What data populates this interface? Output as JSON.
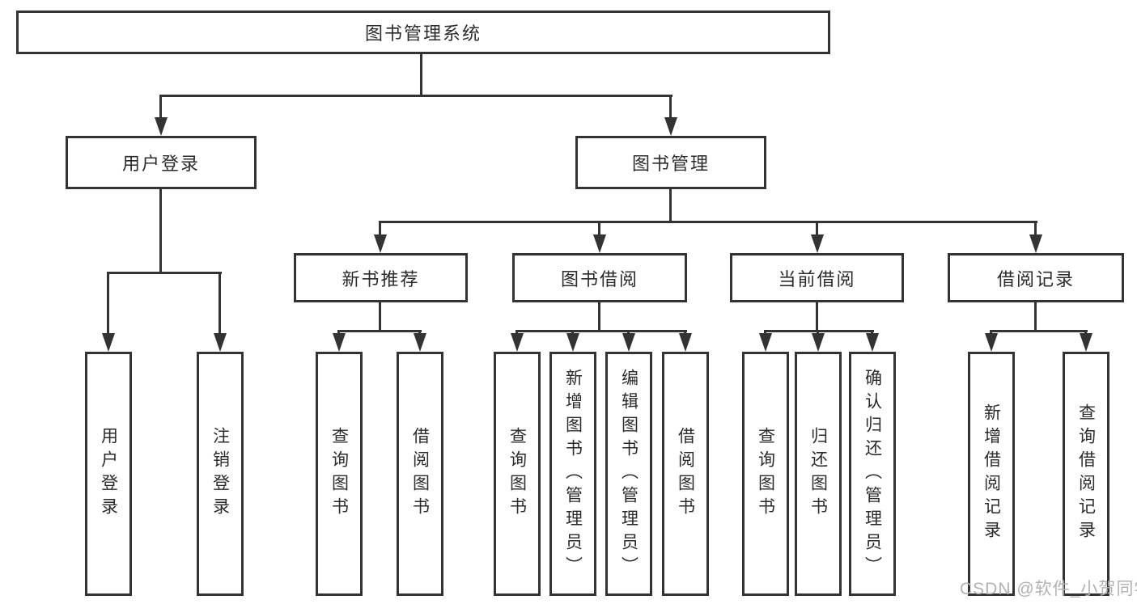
{
  "title": {
    "label": "图书管理系统"
  },
  "branches": {
    "user_login": {
      "label": "用户登录",
      "children": [
        {
          "label": "用户登录"
        },
        {
          "label": "注销登录"
        }
      ]
    },
    "book_mgmt": {
      "label": "图书管理",
      "modules": [
        {
          "label": "新书推荐",
          "children": [
            {
              "label": "查询图书"
            },
            {
              "label": "借阅图书"
            }
          ]
        },
        {
          "label": "图书借阅",
          "children": [
            {
              "label": "查询图书"
            },
            {
              "label": "新增图书（管理员）"
            },
            {
              "label": "编辑图书（管理员）"
            },
            {
              "label": "借阅图书"
            }
          ]
        },
        {
          "label": "当前借阅",
          "children": [
            {
              "label": "查询图书"
            },
            {
              "label": "归还图书"
            },
            {
              "label": "确认归还（管理员）"
            }
          ]
        },
        {
          "label": "借阅记录",
          "children": [
            {
              "label": "新增借阅记录"
            },
            {
              "label": "查询借阅记录"
            }
          ]
        }
      ]
    }
  },
  "watermark": {
    "text": "CSDN @软件_小贺同学"
  },
  "colors": {
    "line": "#333333",
    "box_border": "#333333",
    "text": "#2b2b2b",
    "watermark": "#b2b2b2",
    "background": "#ffffff"
  }
}
